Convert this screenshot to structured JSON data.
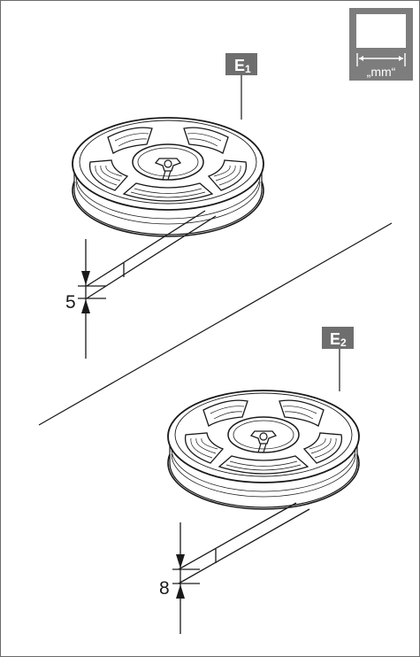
{
  "units_badge": {
    "text": "„mm“",
    "bg": "#7d7d7d"
  },
  "items": [
    {
      "id": "E",
      "subscript": "1",
      "dimension": "5"
    },
    {
      "id": "E",
      "subscript": "2",
      "dimension": "8"
    }
  ],
  "colors": {
    "line": "#1a1a1a",
    "badge": "#6e6e6e",
    "badge_text": "#ffffff"
  },
  "icons": [
    "led-strip-reel-icon",
    "dimension-arrow-icon",
    "measure-unit-icon"
  ]
}
